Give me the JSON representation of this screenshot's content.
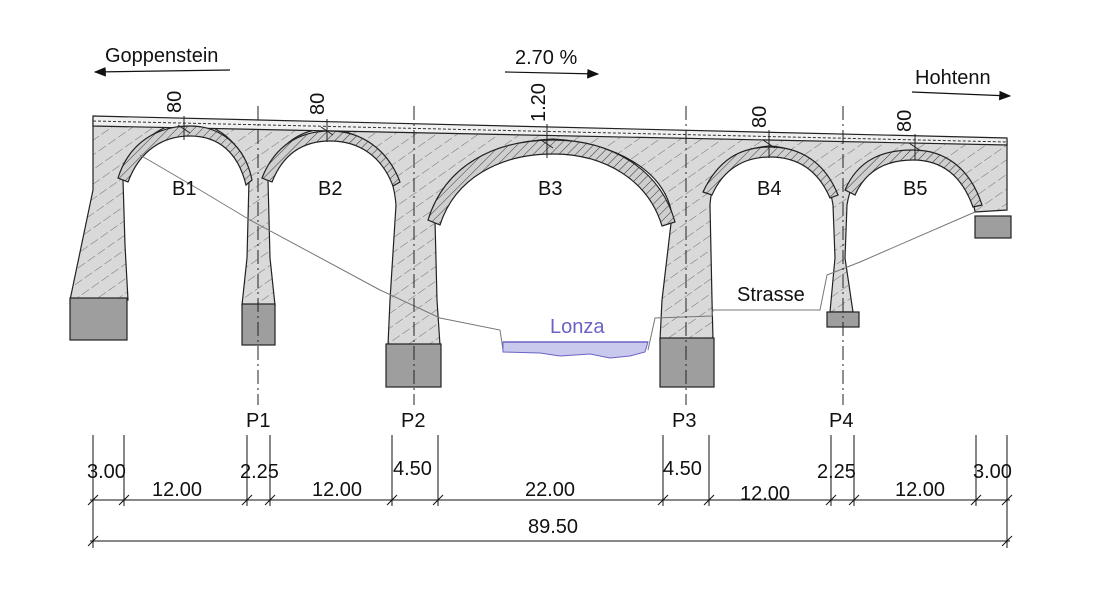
{
  "directions": {
    "left": "Goppenstein",
    "right": "Hohtenn",
    "grade": "2.70 %"
  },
  "arch_thickness": {
    "b1": "80",
    "b2": "80",
    "b3": "1.20",
    "b4": "80",
    "b5": "80"
  },
  "arches": [
    "B1",
    "B2",
    "B3",
    "B4",
    "B5"
  ],
  "piers": [
    "P1",
    "P2",
    "P3",
    "P4"
  ],
  "features": {
    "river": "Lonza",
    "road": "Strasse"
  },
  "dimensions": {
    "segments": [
      "3.00",
      "12.00",
      "2.25",
      "12.00",
      "4.50",
      "22.00",
      "4.50",
      "12.00",
      "2.25",
      "12.00",
      "3.00"
    ],
    "total": "89.50"
  },
  "colors": {
    "masonry_fill": "#d9d9d9",
    "foundation_fill": "#9e9e9e",
    "river": "#6a63c4",
    "water": "#c9c9ee",
    "line": "#111111"
  }
}
